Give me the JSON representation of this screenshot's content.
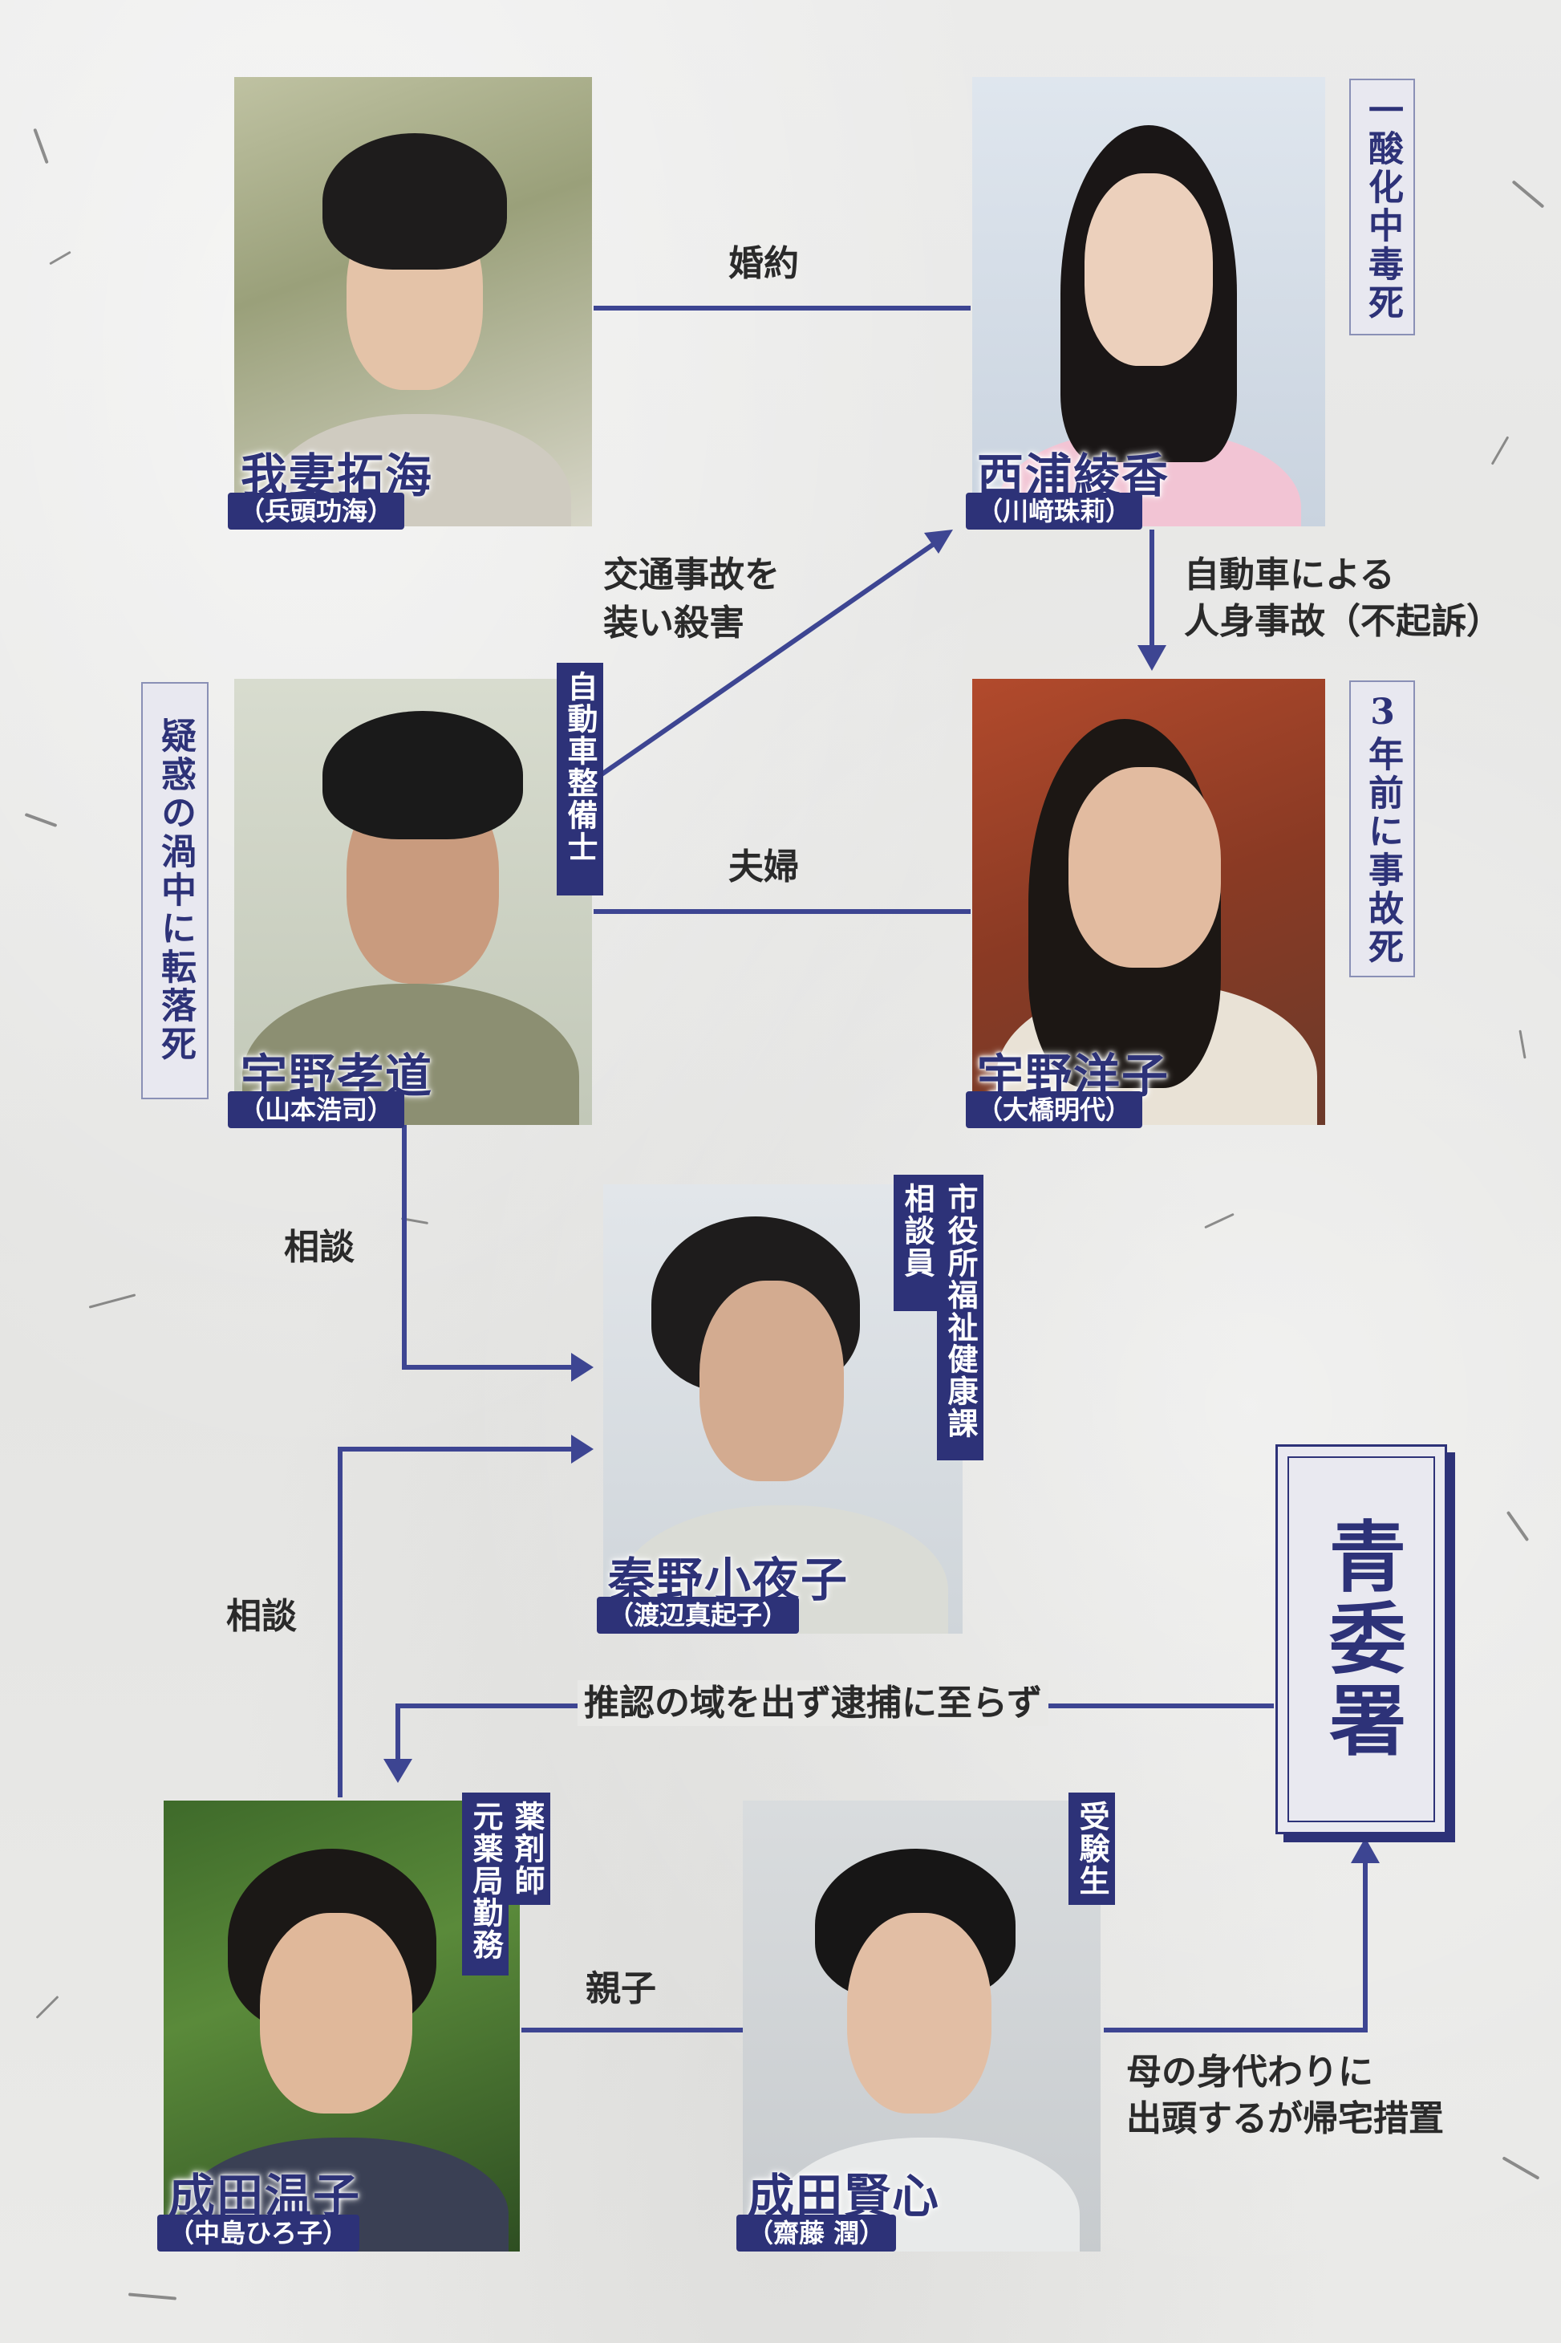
{
  "people": {
    "wagatsuma": {
      "name": "我妻拓海",
      "actor": "（兵頭功海）"
    },
    "nishiura": {
      "name": "西浦綾香",
      "actor": "（川﨑珠莉）"
    },
    "uno_takamichi": {
      "name": "宇野孝道",
      "actor": "（山本浩司）"
    },
    "uno_yoko": {
      "name": "宇野洋子",
      "actor": "（大橋明代）"
    },
    "hatano": {
      "name": "秦野小夜子",
      "actor": "（渡辺真起子）"
    },
    "narita_atsuko": {
      "name": "成田温子",
      "actor": "（中島ひろ子）"
    },
    "narita_kenshin": {
      "name": "成田賢心",
      "actor": "（齋藤 潤）"
    }
  },
  "notes": {
    "nishiura_death": "一酸化中毒死",
    "uno_takamichi_death": "疑惑の渦中に転落死",
    "uno_yoko_death": "3年前に事故死"
  },
  "jobs": {
    "uno_takamichi": "自動車整備士",
    "hatano_1": "市役所福祉健康課",
    "hatano_2": "相談員",
    "narita_atsuko_1": "薬剤師",
    "narita_atsuko_2": "元薬局勤務",
    "narita_kenshin": "受験生"
  },
  "relations": {
    "engaged": "婚約",
    "murder_1": "交通事故を",
    "murder_2": "装い殺害",
    "accident_1": "自動車による",
    "accident_2": "人身事故（不起訴）",
    "married": "夫婦",
    "consult_1": "相談",
    "consult_2": "相談",
    "police_result": "推認の域を出ず逮捕に至らず",
    "parent_child": "親子",
    "surrender_1": "母の身代わりに",
    "surrender_2": "出頭するが帰宅措置"
  },
  "police": {
    "name": "青委署"
  },
  "colors": {
    "navy": "#2d3278",
    "line": "#3d4592"
  }
}
